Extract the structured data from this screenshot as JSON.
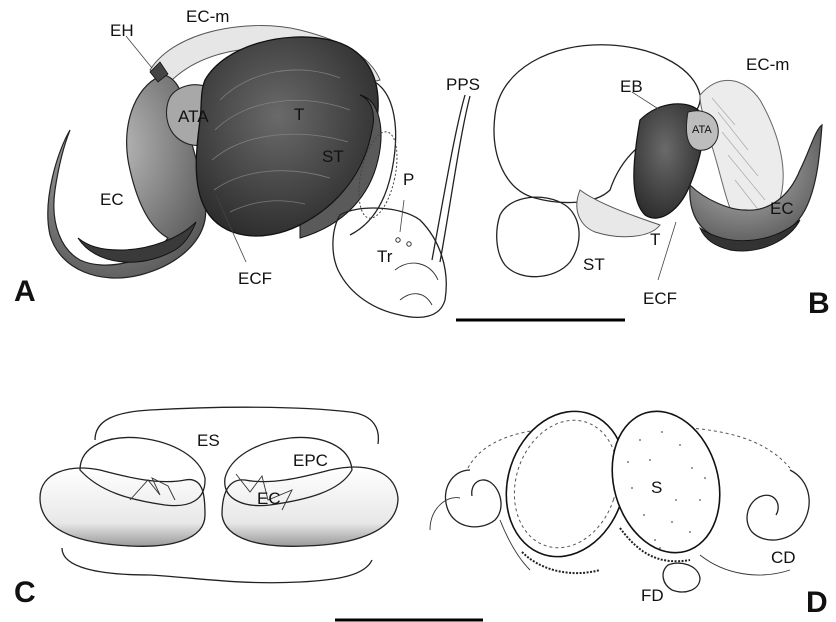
{
  "panels": {
    "A": {
      "letter": "A",
      "labels": {
        "eh": "EH",
        "ecm": "EC-m",
        "ata": "ATA",
        "t": "T",
        "st": "ST",
        "pps": "PPS",
        "p": "P",
        "ec": "EC",
        "tr": "Tr",
        "ecf": "ECF"
      }
    },
    "B": {
      "letter": "B",
      "labels": {
        "eb": "EB",
        "ecm": "EC-m",
        "ata": "ATA",
        "ec": "EC",
        "t": "T",
        "st": "ST",
        "ecf": "ECF"
      }
    },
    "C": {
      "letter": "C",
      "labels": {
        "es": "ES",
        "epc": "EPC",
        "ec": "EC"
      }
    },
    "D": {
      "letter": "D",
      "labels": {
        "s": "S",
        "cd": "CD",
        "fd": "FD"
      }
    }
  },
  "colors": {
    "dark": "#3a3a3a",
    "mid": "#8a8a8a",
    "light": "#d9d9d9",
    "ink": "#222222"
  }
}
